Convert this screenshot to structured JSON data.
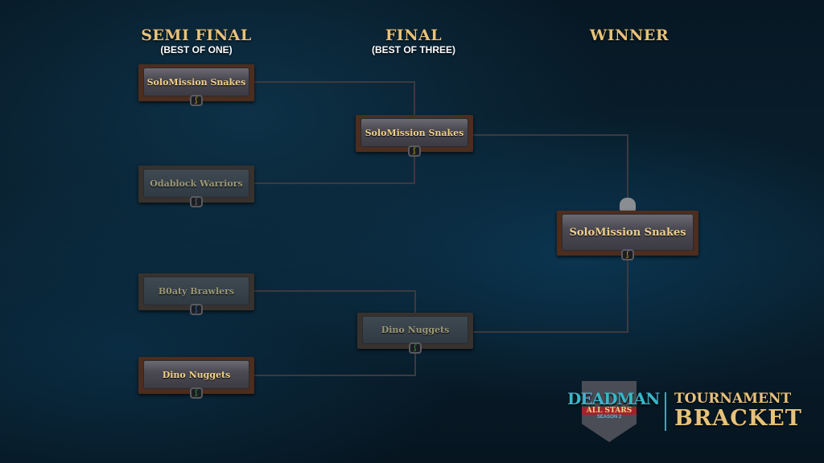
{
  "headers": {
    "semi": "SEMI FINAL",
    "semi_sub": "(BEST OF ONE)",
    "final": "FINAL",
    "final_sub": "(BEST OF THREE)",
    "winner": "WINNER"
  },
  "semi": [
    {
      "team": "SoloMission Snakes",
      "status": "winner"
    },
    {
      "team": "Odablock Warriors",
      "status": "eliminated"
    },
    {
      "team": "B0aty Brawlers",
      "status": "eliminated"
    },
    {
      "team": "Dino Nuggets",
      "status": "winner"
    }
  ],
  "final": [
    {
      "team": "SoloMission Snakes",
      "status": "winner"
    },
    {
      "team": "Dino Nuggets",
      "status": "eliminated"
    }
  ],
  "winner": {
    "team": "SoloMission Snakes"
  },
  "logo": {
    "brand": "DEADMAN",
    "tagline": "ALL STARS",
    "season": "SEASON 2",
    "title1": "TOURNAMENT",
    "title2": "BRACKET"
  },
  "colors": {
    "gold": "#e6c27a",
    "badge_yellow": "#f0c020",
    "badge_blue": "#3a7fd0",
    "badge_green": "#3cc040"
  }
}
